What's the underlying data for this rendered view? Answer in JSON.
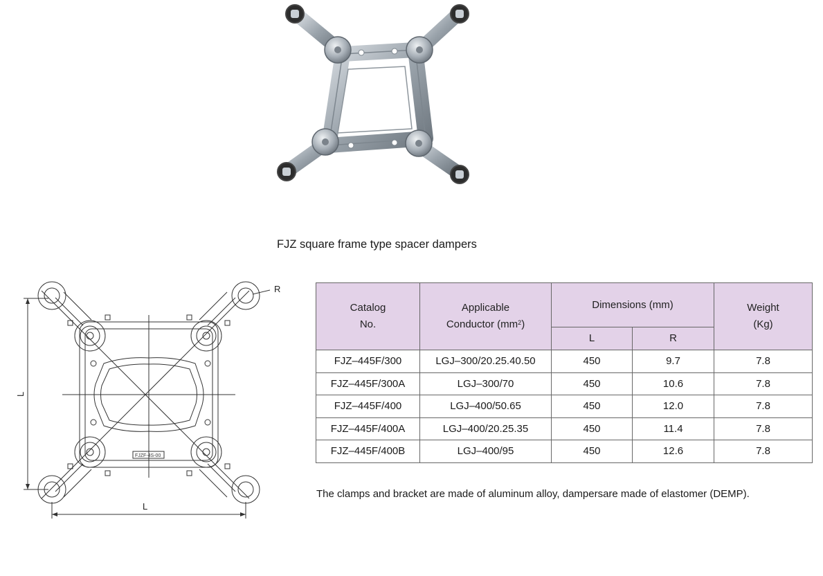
{
  "caption": "FJZ square frame type spacer dampers",
  "drawing": {
    "label_R": "R",
    "label_L_vertical": "L",
    "label_L_horizontal": "L",
    "plate_text": "FJZF-4S-00"
  },
  "table": {
    "headers": {
      "catalog_line1": "Catalog",
      "catalog_line2": "No.",
      "conductor_line1": "Applicable",
      "conductor_line2_main": "Conductor (mm",
      "conductor_line2_sup": "2",
      "conductor_line2_end": ")",
      "dimensions": "Dimensions (mm)",
      "dim_L": "L",
      "dim_R": "R",
      "weight_line1": "Weight",
      "weight_line2": "(Kg)"
    },
    "rows": [
      {
        "catalog": "FJZ–445F/300",
        "conductor": "LGJ–300/20.25.40.50",
        "L": "450",
        "R": "9.7",
        "weight": "7.8"
      },
      {
        "catalog": "FJZ–445F/300A",
        "conductor": "LGJ–300/70",
        "L": "450",
        "R": "10.6",
        "weight": "7.8"
      },
      {
        "catalog": "FJZ–445F/400",
        "conductor": "LGJ–400/50.65",
        "L": "450",
        "R": "12.0",
        "weight": "7.8"
      },
      {
        "catalog": "FJZ–445F/400A",
        "conductor": "LGJ–400/20.25.35",
        "L": "450",
        "R": "11.4",
        "weight": "7.8"
      },
      {
        "catalog": "FJZ–445F/400B",
        "conductor": "LGJ–400/95",
        "L": "450",
        "R": "12.6",
        "weight": "7.8"
      }
    ]
  },
  "note": "The clamps and bracket are made of aluminum alloy, dampersare made of elastomer (DEMP)."
}
